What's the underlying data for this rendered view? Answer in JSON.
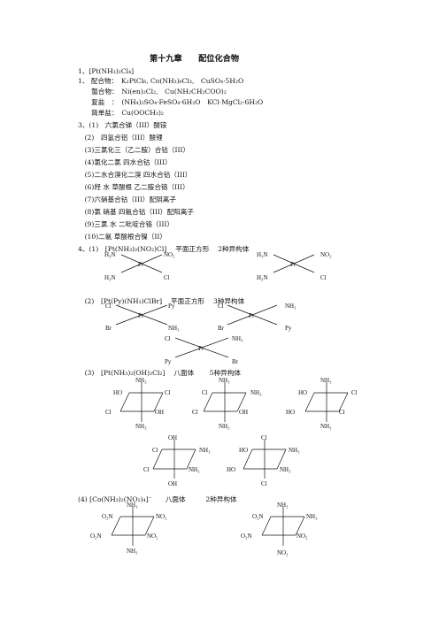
{
  "title": "第十九章　　配位化合物",
  "lines": {
    "l1": "1、[Pt(NH₃)₂Cl₄]",
    "l2": "1、 配合物：　K₂PtCl₆, Co(NH₃)₆Cl₃,　CuSO₄·5H₂O",
    "l3": "　　螯合物：　Ni(en)₂Cl₂,　Cu(NH₂CH₂COO)₂",
    "l4": "　　复盐　：　(NH₄)₂SO₄·FeSO₄·6H₂O　KCl·MgCl₂·6H₂O",
    "l5": "　　简单盐：　Cu(OOCH₃)₂",
    "l6": "3、(1)　六氯合锑（III）酸铵",
    "l7": "　(2)　四氢合铝（III）酸锂",
    "l8": "　(3)三氯化三（乙二胺）合钴（III）",
    "l9": "　(4)氯化二氯 四水合钴（III）",
    "l10": "　(5)二水合溴化二溴 四水合钴（III）",
    "l11": "　(6)羟 水 草酸根 乙二胺合铬（III）",
    "l12": "　(7)六硝基合钴（III）配阴离子",
    "l13": "　(8)氯 硝基 四氨合钴（III）配阳离子",
    "l14": "　(9)三氯 水 二吡啶合铬（III）",
    "l15": "　(10)二氨 草酸根合镍（II）",
    "l16": "4、(1)　[Pt(NH₃)₂(NO₂)Cl]　 平面正方形　 2种异构体",
    "l17": "　(2)　[Pt(Py)(NH₃)ClBr]　 平面正方形　 3种异构体",
    "l18": "　(3)　[Pt(NH₃)₂(OH)₂Cl₂]　 八面体　　 5种异构体",
    "l19": "(4) [Co(NH₃)₂(NO₂)₄]⁻　　八面体　　　2种异构体"
  },
  "diagrams": {
    "sq1": {
      "tl": "H₃N",
      "tr": "NO₂",
      "bl": "H₃N",
      "br": "Cl",
      "center": "Pt"
    },
    "sq2": {
      "tl": "H₃N",
      "tr": "NO₂",
      "bl": "H₃N",
      "br": "Cl",
      "center": "Pt"
    },
    "sq3": {
      "tl": "Cl",
      "tr": "Py",
      "bl": "Br",
      "br": "NH₃",
      "center": "Pt"
    },
    "sq4": {
      "tl": "Cl",
      "tr": "NH₃",
      "bl": "Br",
      "br": "Py",
      "center": "Pt"
    },
    "sq5": {
      "tl": "Cl",
      "tr": "NH₃",
      "bl": "Py",
      "br": "Br",
      "center": "Pt"
    },
    "oc1": {
      "top": "NH₃",
      "ul": "HO",
      "ur": "Cl",
      "ll": "Cl",
      "lr": "OH",
      "bottom": "NH₃"
    },
    "oc2": {
      "top": "NH₃",
      "ul": "Cl",
      "ur": "NH₃",
      "ll": "Cl",
      "lr": "OH",
      "bottom": "NH₃"
    },
    "oc3": {
      "top": "NH₃",
      "ul": "HO",
      "ur": "Cl",
      "ll": "HO",
      "lr": "Cl",
      "bottom": "NH₃"
    },
    "oc4": {
      "top": "OH",
      "ul": "Cl",
      "ur": "NH₃",
      "ll": "Cl",
      "lr": "NH₃",
      "bottom": "OH"
    },
    "oc5": {
      "top": "Cl",
      "ul": "HO",
      "ur": "NH₃",
      "ll": "HO",
      "lr": "NH₃",
      "bottom": "Cl"
    },
    "oc6": {
      "top": "NH₃",
      "ul": "O₂N",
      "ur": "NO₂",
      "ll": "O₂N",
      "lr": "NO₂",
      "bottom": "NH₃"
    },
    "oc7": {
      "top": "NH₃",
      "ul": "O₂N",
      "ur": "NH₃",
      "ll": "O₂N",
      "lr": "NO₂",
      "bottom": "NO₂"
    }
  }
}
